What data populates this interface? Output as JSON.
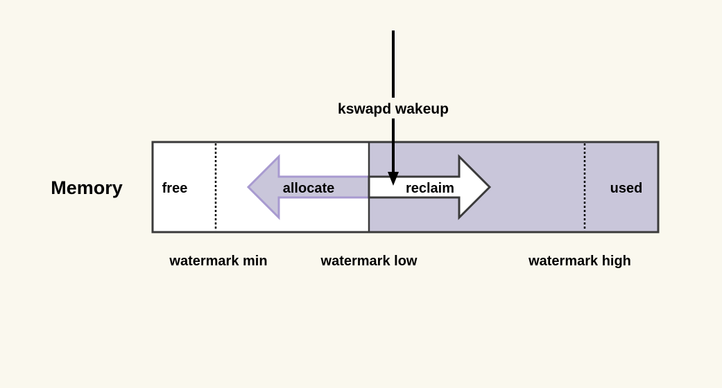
{
  "diagram": {
    "row_label": "Memory",
    "trigger_label": "kswapd wakeup",
    "regions": {
      "free_label": "free",
      "used_label": "used"
    },
    "arrows": {
      "allocate_label": "allocate",
      "reclaim_label": "reclaim"
    },
    "watermarks": {
      "min_label": "watermark min",
      "low_label": "watermark low",
      "high_label": "watermark high"
    },
    "colors": {
      "background": "#faf8ee",
      "used_fill": "#c9c6da",
      "allocate_fill": "#c9c6da",
      "allocate_stroke": "#a89ad0",
      "outline": "#3a3a3a"
    }
  }
}
